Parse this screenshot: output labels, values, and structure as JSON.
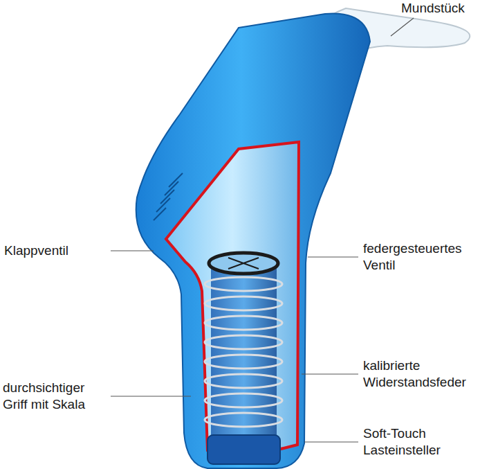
{
  "diagram": {
    "labels": [
      "Mundstück",
      "Klappventil",
      "federgesteuertes Ventil",
      "durchsichtiger Griff mit Skala",
      "kalibrierte Widerstandsfeder",
      "Soft-Touch Lasteinsteller"
    ]
  }
}
